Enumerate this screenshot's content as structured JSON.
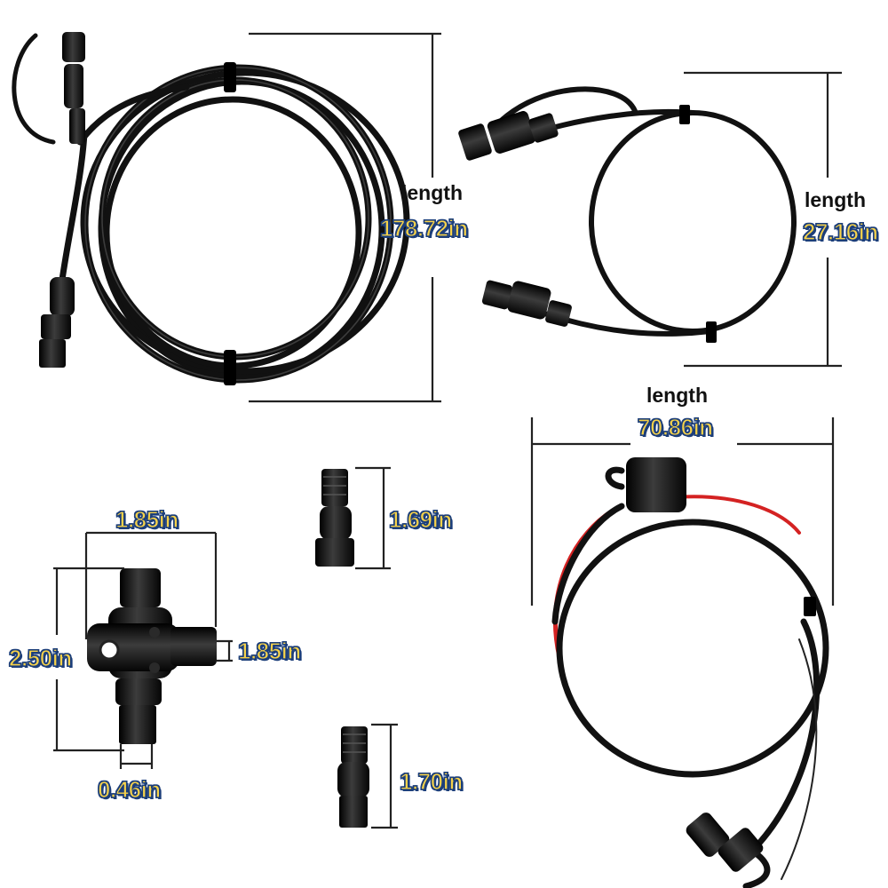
{
  "colors": {
    "cable": "#111111",
    "cable_highlight": "#3a3a3a",
    "red_wire": "#d42222",
    "dimension_line": "#222222",
    "value_text": "#f6d24a",
    "value_outline": "#1d3f7a"
  },
  "products": {
    "backbone_cable": {
      "length_label": "length",
      "length_value": "178.72in"
    },
    "drop_cable": {
      "length_label": "length",
      "length_value": "27.16in"
    },
    "power_cable": {
      "length_label": "length",
      "length_value": "70.86in"
    },
    "tee_connector": {
      "width": "1.85in",
      "height": "2.50in",
      "side_port": "1.85in",
      "thread": "0.46in"
    },
    "female_terminator": {
      "height": "1.69in"
    },
    "male_terminator": {
      "height": "1.70in"
    }
  }
}
